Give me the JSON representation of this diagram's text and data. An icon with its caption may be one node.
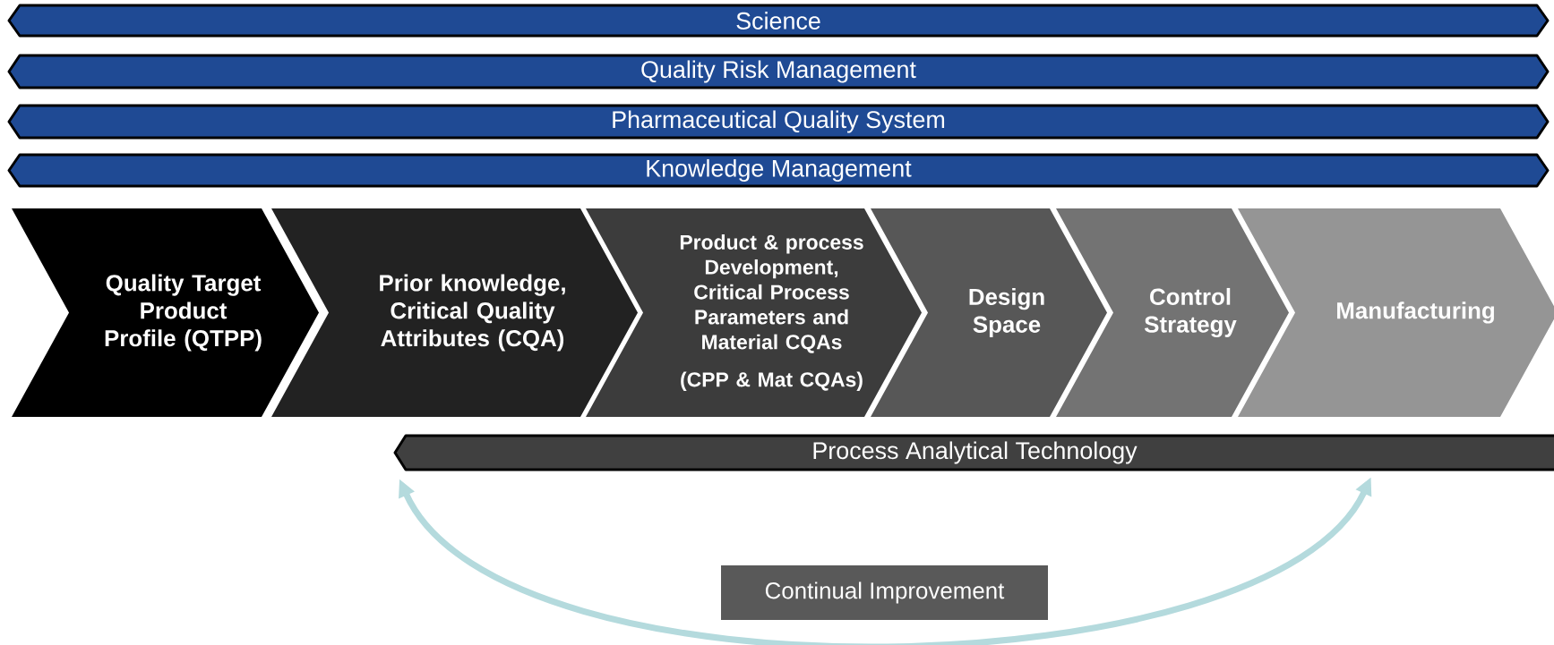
{
  "diagram": {
    "nodes": [
      {
        "text": [
          "Science"
        ]
      },
      {
        "text": [
          "Quality Risk Management"
        ]
      },
      {
        "text": [
          "Pharmaceutical Quality System"
        ]
      },
      {
        "text": [
          "Knowledge Management"
        ]
      },
      {
        "text": [
          "Quality Target Product Profile (QTPP)"
        ]
      },
      {
        "text": [
          "Prior knowledge, Critical Quality Attributes (CQA)"
        ]
      },
      {
        "text": [
          "Product & process Development, Critical Process Parameters and Material CQAs",
          "(CPP & Mat CQAs)"
        ]
      },
      {
        "text": [
          "Design Space"
        ]
      },
      {
        "text": [
          "Control Strategy"
        ]
      },
      {
        "text": [
          "Manufacturing"
        ]
      },
      {
        "text": [
          "Process Analytical Technology"
        ]
      },
      {
        "text": [
          "Continual Improvement"
        ]
      }
    ],
    "edges": [
      {
        "from": 10,
        "to": 10,
        "arrow": "both",
        "color": "#b4dadd"
      }
    ]
  }
}
